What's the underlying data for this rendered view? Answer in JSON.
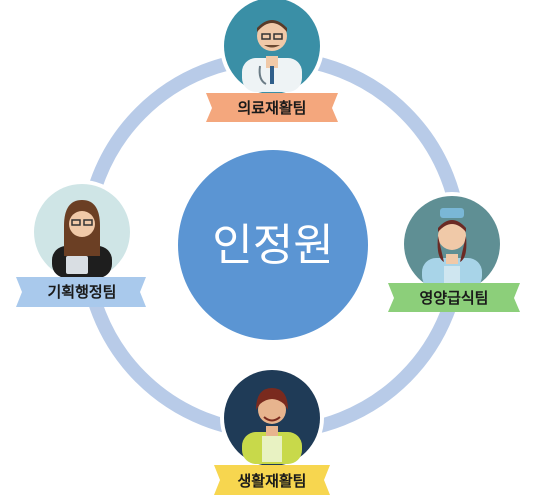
{
  "center": {
    "label": "인정원",
    "color": "#5b95d3"
  },
  "ring_color": "#b8cbe8",
  "teams": [
    {
      "id": "medical",
      "label": "의료재활팀",
      "ribbon_color": "#f4a77d",
      "avatar_bg": "#3a8fa6",
      "avatar_icon": "doctor-avatar-icon"
    },
    {
      "id": "nutrition",
      "label": "영양급식팀",
      "ribbon_color": "#8ccf7a",
      "avatar_bg": "#5f8f94",
      "avatar_icon": "cook-avatar-icon"
    },
    {
      "id": "living",
      "label": "생활재활팀",
      "ribbon_color": "#f7d64f",
      "avatar_bg": "#1f3b57",
      "avatar_icon": "caregiver-avatar-icon"
    },
    {
      "id": "planning",
      "label": "기획행정팀",
      "ribbon_color": "#a9c9ec",
      "avatar_bg": "#cfe5e6",
      "avatar_icon": "administrator-avatar-icon"
    }
  ]
}
